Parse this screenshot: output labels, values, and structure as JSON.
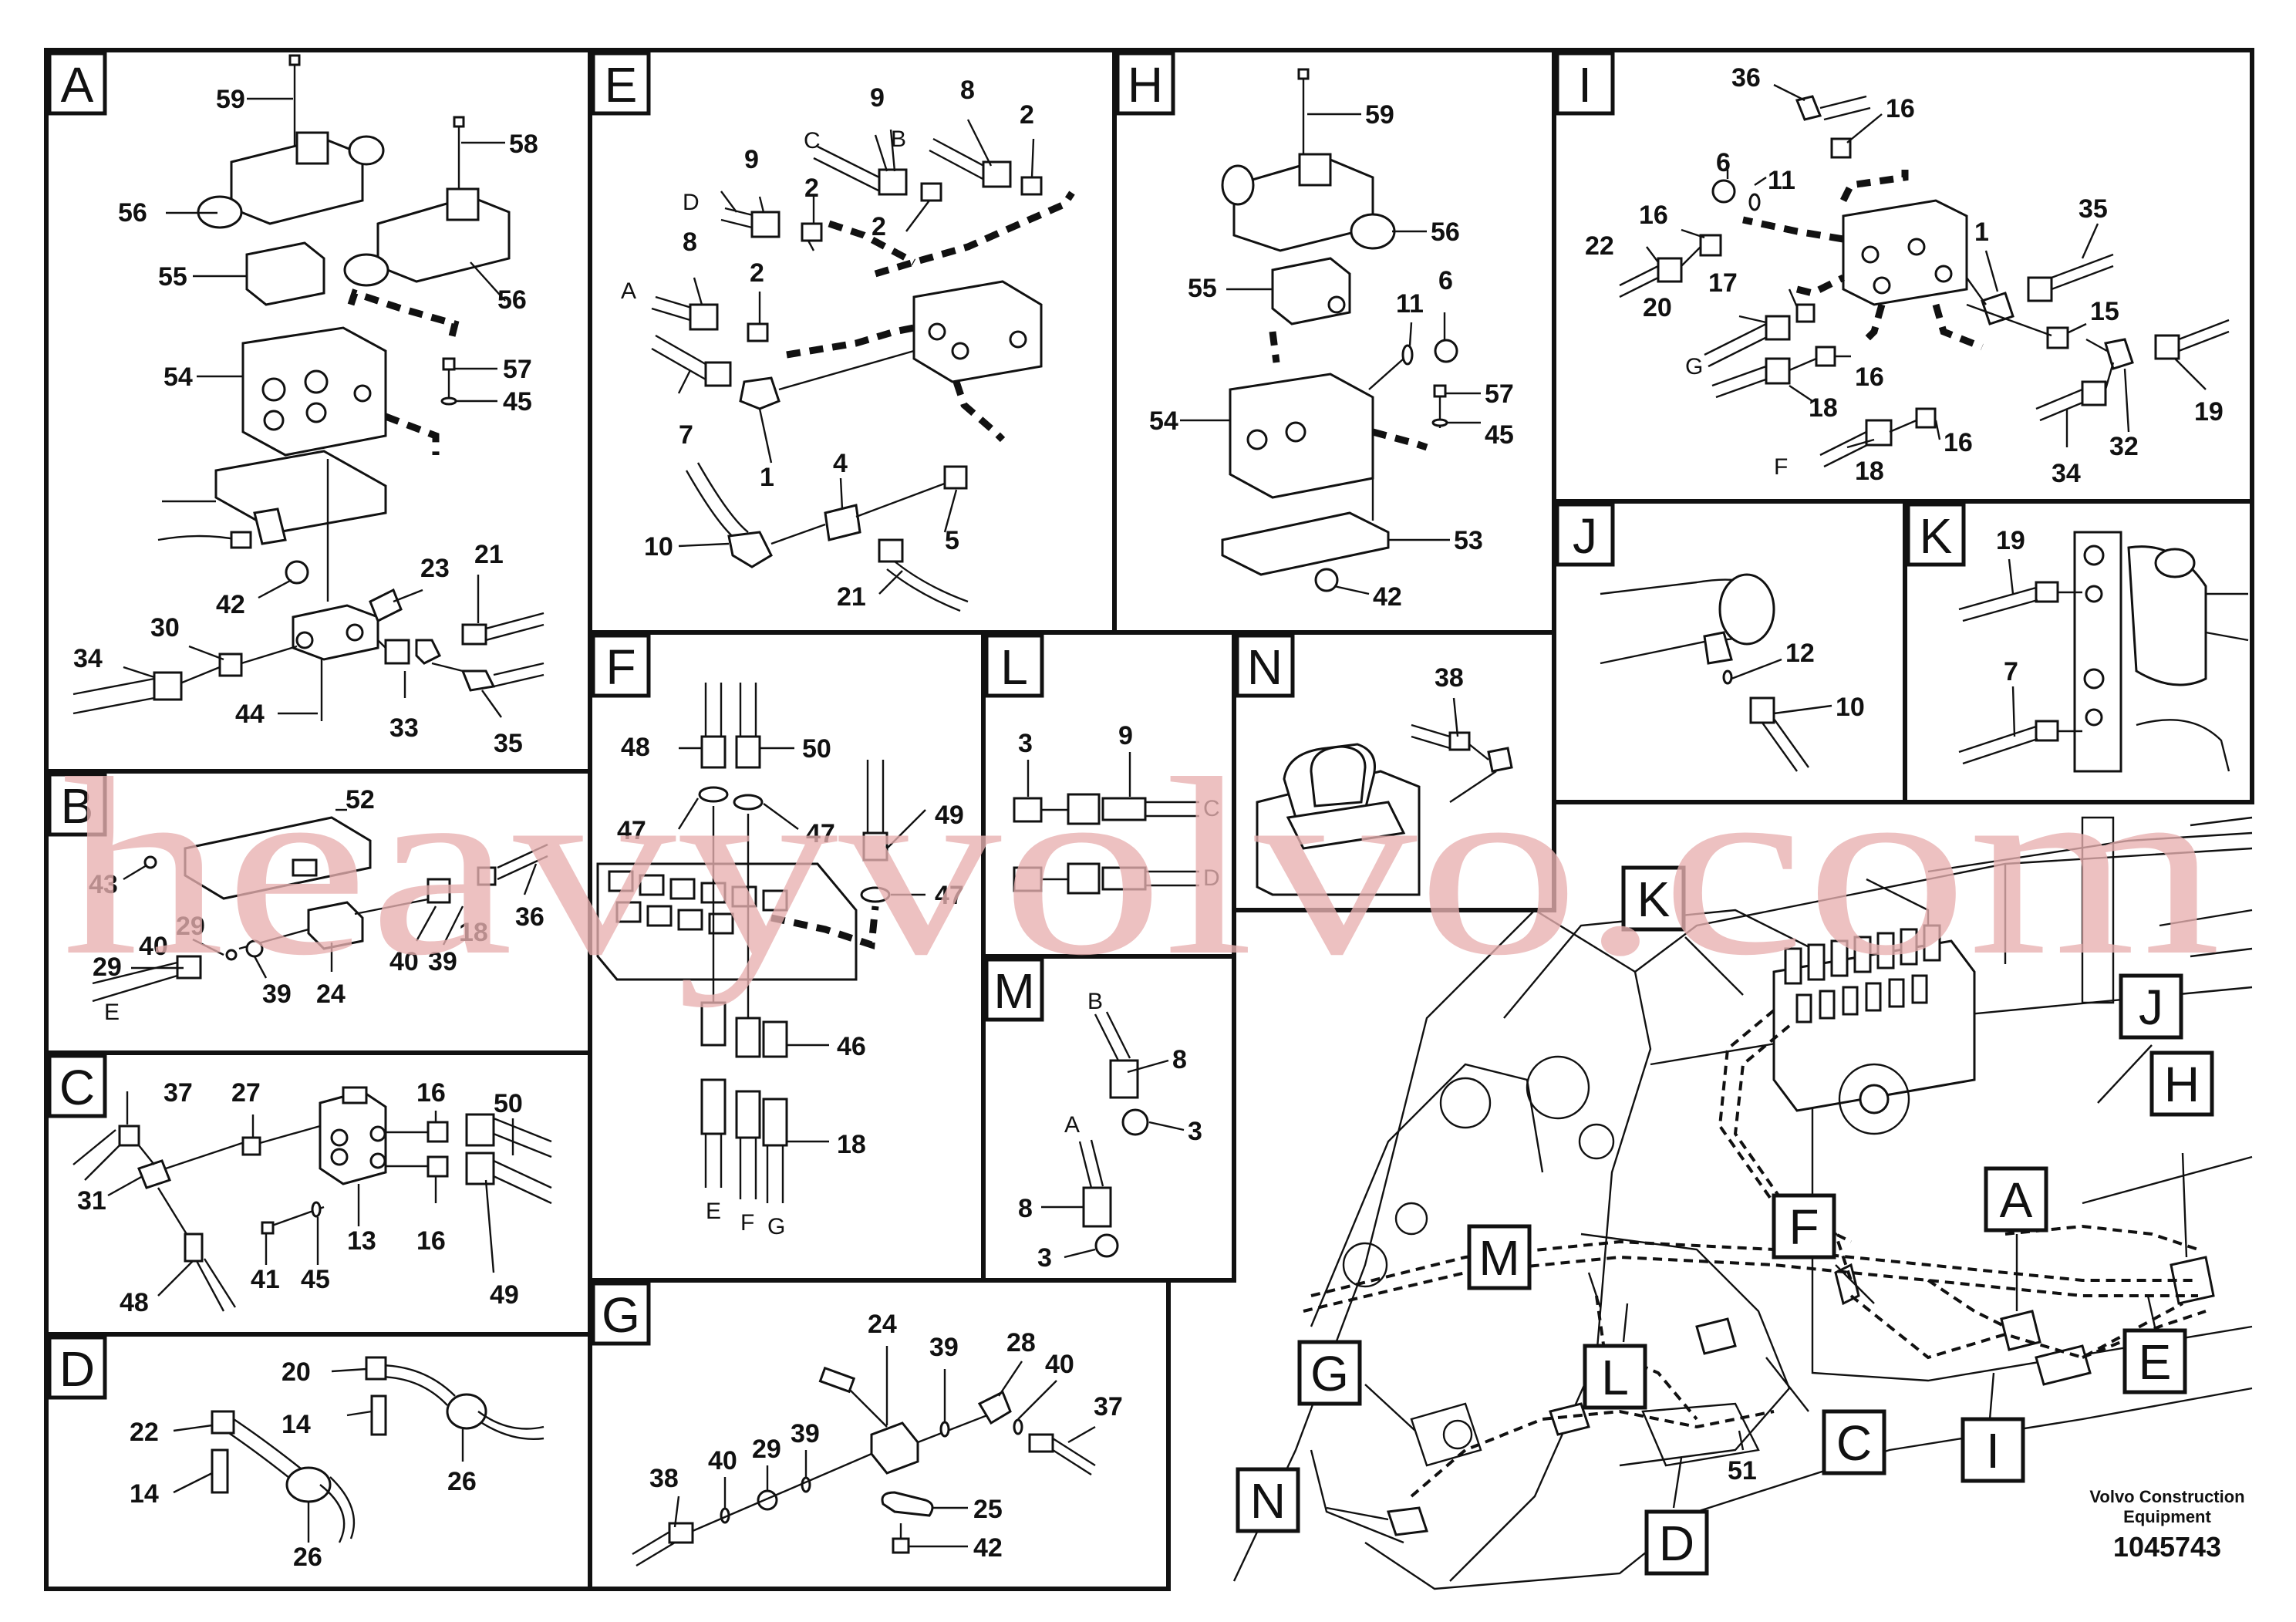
{
  "panels": [
    {
      "id": "A",
      "label": "A",
      "callouts": [
        "59",
        "58",
        "56",
        "56",
        "55",
        "54",
        "57",
        "45",
        "23",
        "21",
        "42",
        "30",
        "34",
        "44",
        "33",
        "35"
      ]
    },
    {
      "id": "B",
      "label": "B",
      "callouts": [
        "52",
        "43",
        "36",
        "29",
        "40",
        "18",
        "40",
        "39",
        "29",
        "39",
        "24",
        "E"
      ]
    },
    {
      "id": "C",
      "label": "C",
      "callouts": [
        "37",
        "27",
        "16",
        "50",
        "31",
        "41",
        "45",
        "13",
        "16",
        "49",
        "48"
      ]
    },
    {
      "id": "D",
      "label": "D",
      "callouts": [
        "20",
        "14",
        "22",
        "14",
        "26",
        "26"
      ]
    },
    {
      "id": "E",
      "label": "E",
      "callouts": [
        "9",
        "8",
        "2",
        "C",
        "B",
        "9",
        "2",
        "D",
        "2",
        "8",
        "A",
        "2",
        "7",
        "1",
        "4",
        "10",
        "5",
        "21"
      ]
    },
    {
      "id": "F",
      "label": "F",
      "callouts": [
        "48",
        "50",
        "49",
        "47",
        "47",
        "47",
        "46",
        "18",
        "E",
        "F",
        "G"
      ]
    },
    {
      "id": "G",
      "label": "G",
      "callouts": [
        "24",
        "39",
        "28",
        "40",
        "37",
        "38",
        "40",
        "29",
        "39",
        "25",
        "42"
      ]
    },
    {
      "id": "H",
      "label": "H",
      "callouts": [
        "59",
        "56",
        "55",
        "11",
        "6",
        "57",
        "54",
        "45",
        "53",
        "42"
      ]
    },
    {
      "id": "I",
      "label": "I",
      "callouts": [
        "36",
        "16",
        "6",
        "11",
        "35",
        "22",
        "16",
        "1",
        "17",
        "20",
        "15",
        "G",
        "16",
        "18",
        "16",
        "32",
        "19",
        "F",
        "18",
        "34"
      ]
    },
    {
      "id": "J",
      "label": "J",
      "callouts": [
        "12",
        "10"
      ]
    },
    {
      "id": "K",
      "label": "K",
      "callouts": [
        "19",
        "7"
      ]
    },
    {
      "id": "L",
      "label": "L",
      "callouts": [
        "3",
        "9",
        "C",
        "D"
      ]
    },
    {
      "id": "M",
      "label": "M",
      "callouts": [
        "B",
        "8",
        "3",
        "A",
        "8",
        "3"
      ]
    },
    {
      "id": "N",
      "label": "N",
      "callouts": [
        "38"
      ]
    }
  ],
  "overview_labels": [
    "K",
    "J",
    "M",
    "F",
    "H",
    "A",
    "G",
    "L",
    "C",
    "E",
    "N",
    "D",
    "I",
    "51"
  ],
  "caption": {
    "line1": "Volvo Construction",
    "line2": "Equipment",
    "doc_number": "1045743"
  },
  "watermark": "heavyvolvo.com"
}
